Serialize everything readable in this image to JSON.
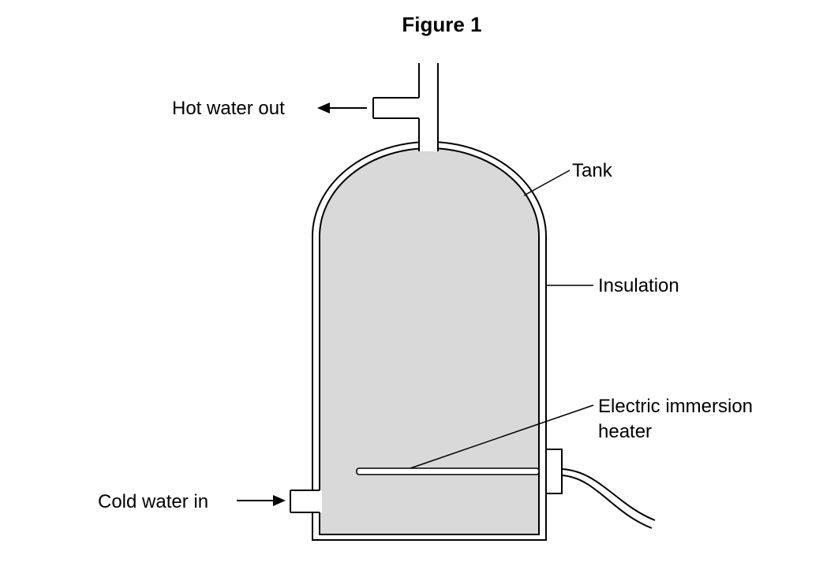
{
  "figure": {
    "title": "Figure 1"
  },
  "labels": {
    "hot_water_out": "Hot water out",
    "tank": "Tank",
    "insulation": "Insulation",
    "heater_line1": "Electric immersion",
    "heater_line2": "heater",
    "cold_water_in": "Cold water in"
  },
  "colors": {
    "water": "#d9d9d9",
    "outline": "#000000",
    "insulation": "#ffffff"
  }
}
